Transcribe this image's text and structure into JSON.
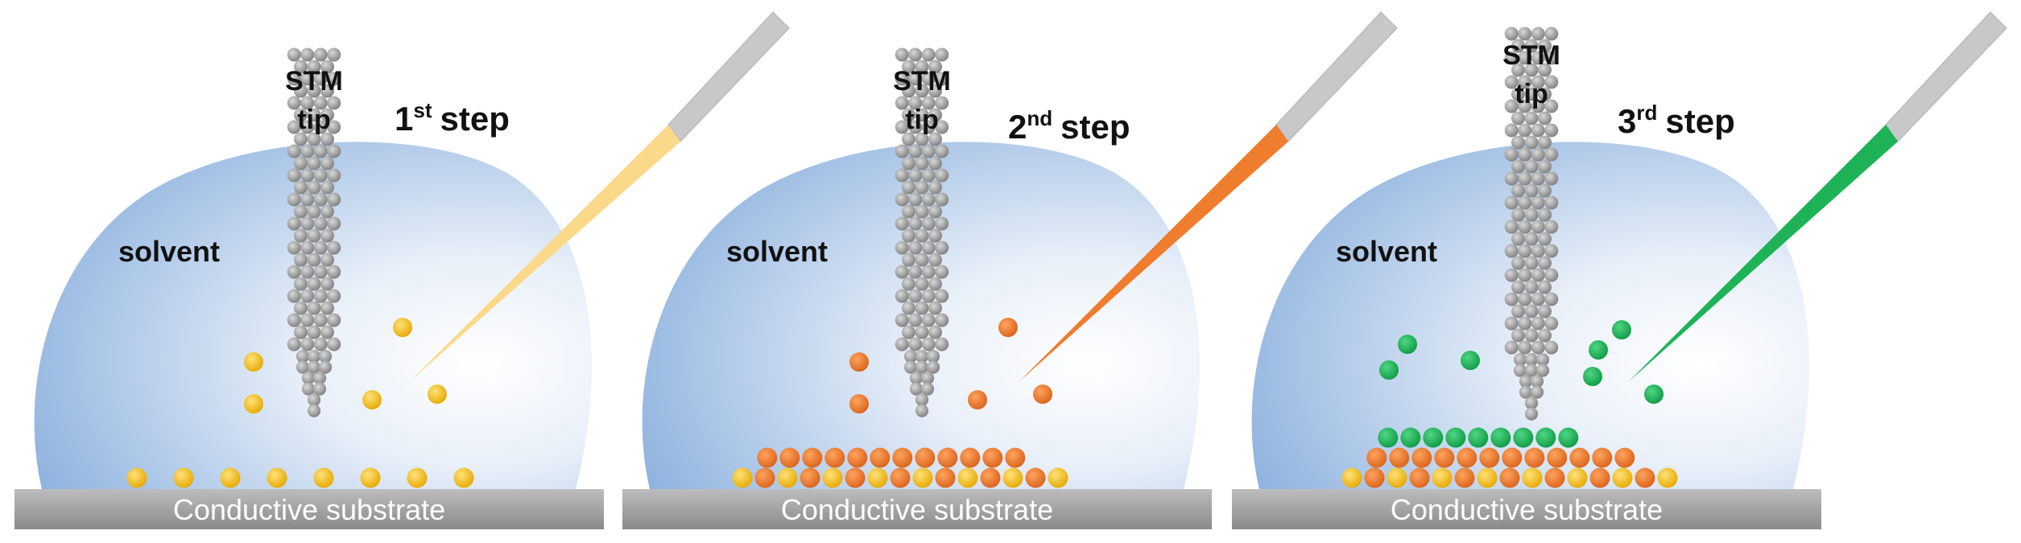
{
  "colors": {
    "substrate": "#9e9e9e",
    "substrate_text": "#ffffff",
    "tip_atom": "#8c8c8c",
    "tip_atom_light": "#cfcfcf",
    "solvent_light": "#ffffff",
    "solvent_dark": "#8fb3df",
    "pipette_body": "#c8c8c8",
    "molecule_1": "#f5c21a",
    "molecule_2": "#ef7d2e",
    "molecule_3": "#1fb358",
    "pipette_fill_1": "#fbd98a"
  },
  "panels": [
    {
      "id": "step1",
      "tip_label_line1": "STM",
      "tip_label_line2": "tip",
      "step_number": "1",
      "step_suffix": "st",
      "step_word": "step",
      "solvent_label": "solvent",
      "substrate_label": "Conductive substrate",
      "pipette_icon": "pipette-icon",
      "pipette_color": "#fbd98a",
      "floating_color": "#f5c21a",
      "layers": [
        {
          "color": "#f5c21a",
          "count": 8,
          "row": 0,
          "offset": 0
        }
      ]
    },
    {
      "id": "step2",
      "tip_label_line1": "STM",
      "tip_label_line2": "tip",
      "step_number": "2",
      "step_suffix": "nd",
      "step_word": "step",
      "solvent_label": "solvent",
      "substrate_label": "Conductive substrate",
      "pipette_icon": "pipette-icon",
      "pipette_color": "#ef7d2e",
      "floating_color": "#ef7d2e",
      "layers": [
        {
          "color": "mixed-yellow-orange",
          "count": 15,
          "row": 0,
          "offset": 0
        },
        {
          "color": "#ef7d2e",
          "count": 12,
          "row": 1,
          "offset": 1
        }
      ]
    },
    {
      "id": "step3",
      "tip_label_line1": "STM",
      "tip_label_line2": "tip",
      "step_number": "3",
      "step_suffix": "rd",
      "step_word": "step",
      "solvent_label": "solvent",
      "substrate_label": "Conductive substrate",
      "pipette_icon": "pipette-icon",
      "pipette_color": "#1fb358",
      "floating_color": "#1fb358",
      "layers": [
        {
          "color": "mixed-yellow-orange",
          "count": 15,
          "row": 0,
          "offset": 0
        },
        {
          "color": "#ef7d2e",
          "count": 12,
          "row": 1,
          "offset": 1
        },
        {
          "color": "#1fb358",
          "count": 9,
          "row": 2,
          "offset": 2
        }
      ]
    }
  ]
}
